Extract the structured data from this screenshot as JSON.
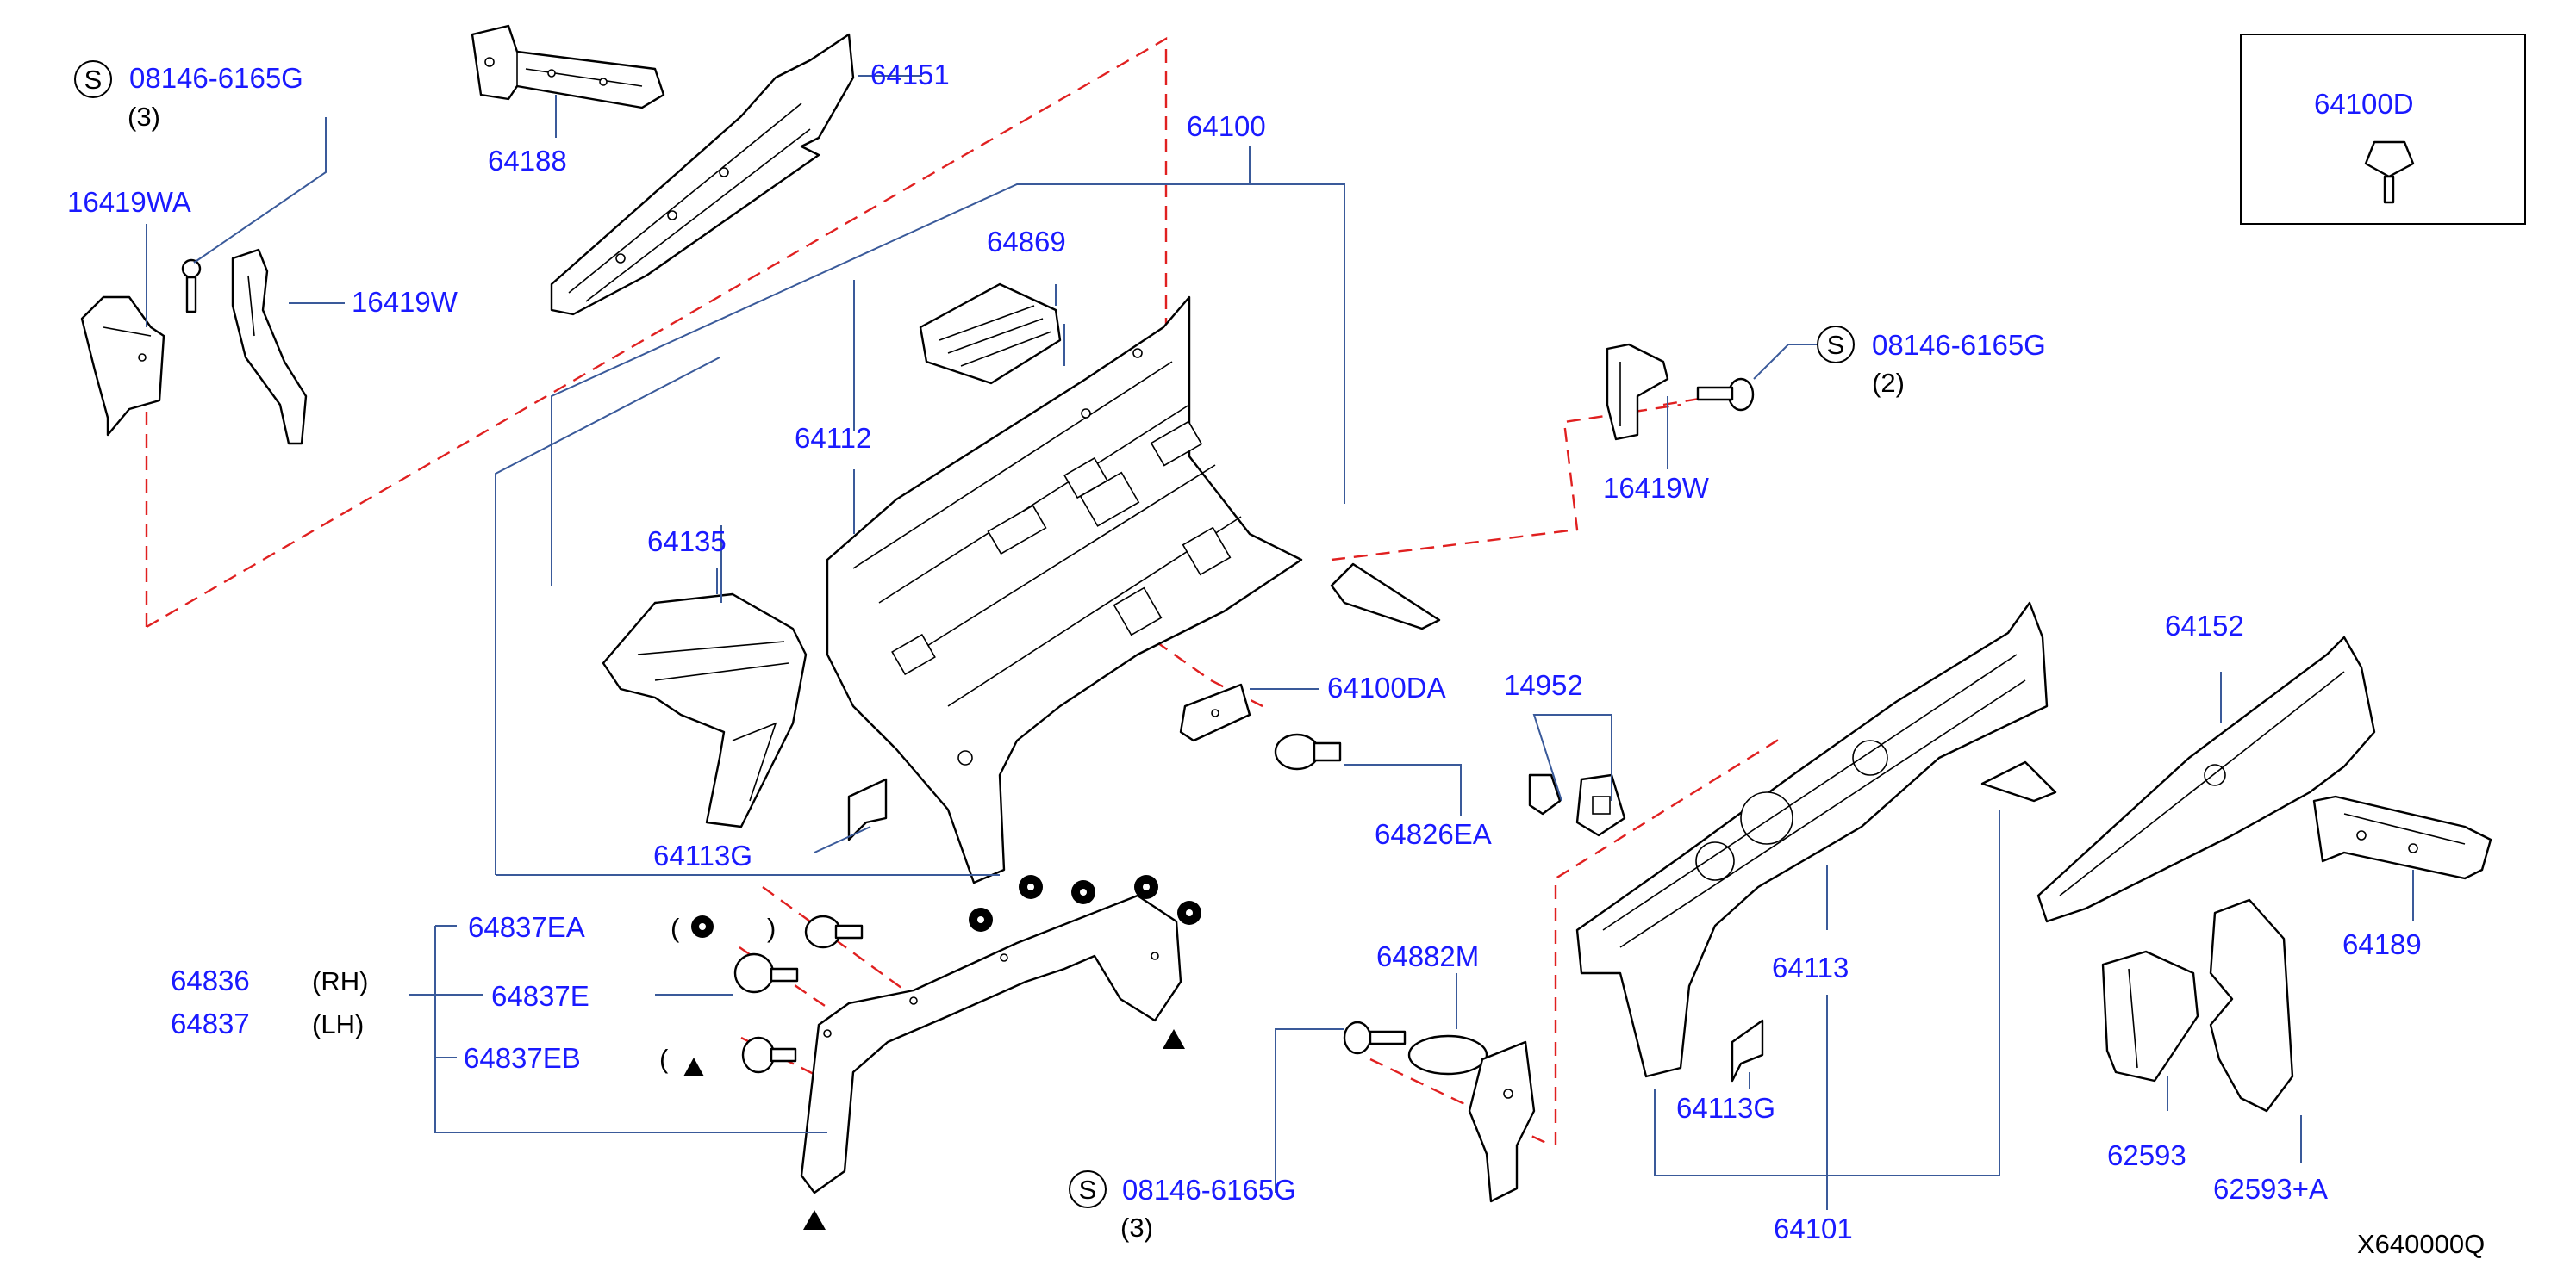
{
  "colors": {
    "part_number": "#1a1aff",
    "leader_line": "#3a5a9a",
    "hidden_line": "#e02020",
    "outline": "#000000",
    "background": "#ffffff"
  },
  "labels": {
    "p64151": "64151",
    "p64188": "64188",
    "p64100": "64100",
    "p64869": "64869",
    "p64112": "64112",
    "p64135": "64135",
    "p64113g_left": "64113G",
    "p64100da": "64100DA",
    "p64826ea": "64826EA",
    "p14952": "14952",
    "p16419wa": "16419WA",
    "p16419w_left": "16419W",
    "p16419w_right": "16419W",
    "p64100d": "64100D",
    "p64152": "64152",
    "p64189": "64189",
    "p64113": "64113",
    "p64113g_right": "64113G",
    "p64101": "64101",
    "p62593": "62593",
    "p62593a": "62593+A",
    "p64882m": "64882M",
    "p64837ea": "64837EA",
    "p64837e": "64837E",
    "p64837eb": "64837EB",
    "p64836": "64836",
    "p64837": "64837",
    "rh": "(RH)",
    "lh": "(LH)",
    "bolt_top_left": "08146-6165G",
    "bolt_top_left_qty": "(3)",
    "bolt_right": "08146-6165G",
    "bolt_right_qty": "(2)",
    "bolt_bottom": "08146-6165G",
    "bolt_bottom_qty": "(3)",
    "screw_symbol": "S",
    "paren_open": "(",
    "paren_close": ")",
    "drawing_code": "X640000Q"
  }
}
